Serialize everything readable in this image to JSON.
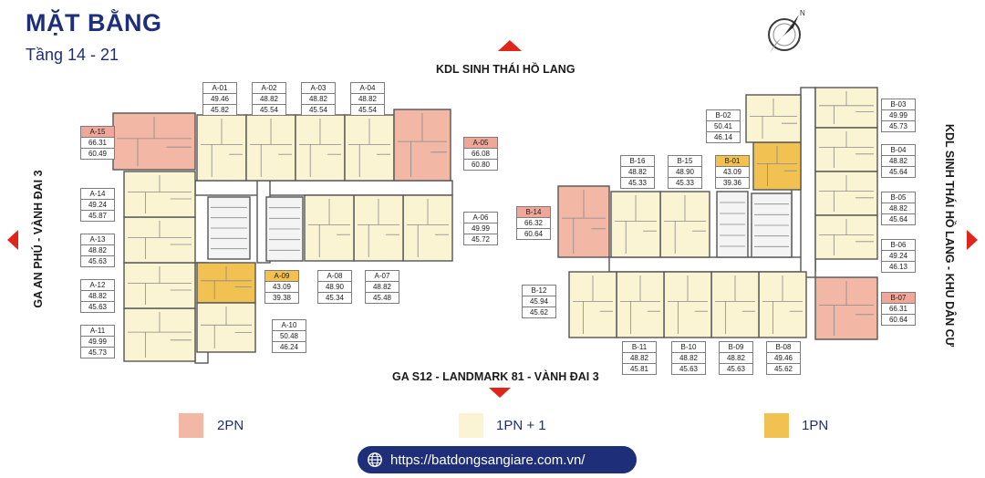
{
  "title": "MẶT BẰNG",
  "subtitle": "Tầng 14 - 21",
  "directions": {
    "top": "KDL SINH THÁI HỒ LANG",
    "bottom": "GA S12 - LANDMARK 81 - VÀNH ĐAI 3",
    "left": "GA AN PHÚ - VÀNH ĐAI 3",
    "right": "KDL SINH THÁI HỒ LANG - KHU DÂN CƯ"
  },
  "colors": {
    "2pn": "#f3b7a6",
    "1pn_plus": "#fbf4d3",
    "1pn": "#f1c152",
    "wall": "#555555",
    "navy": "#1e2e79",
    "accent": "#e0251b"
  },
  "units": [
    {
      "code": "A-01",
      "v1": "49.46",
      "v2": "45.82",
      "type": "1pn_plus"
    },
    {
      "code": "A-02",
      "v1": "48.82",
      "v2": "45.54",
      "type": "1pn_plus"
    },
    {
      "code": "A-03",
      "v1": "48.82",
      "v2": "45.54",
      "type": "1pn_plus"
    },
    {
      "code": "A-04",
      "v1": "48.82",
      "v2": "45.54",
      "type": "1pn_plus"
    },
    {
      "code": "A-05",
      "v1": "66.08",
      "v2": "60.80",
      "type": "2pn"
    },
    {
      "code": "A-06",
      "v1": "49.99",
      "v2": "45.72",
      "type": "1pn_plus"
    },
    {
      "code": "A-07",
      "v1": "48.82",
      "v2": "45.48",
      "type": "1pn_plus"
    },
    {
      "code": "A-08",
      "v1": "48.90",
      "v2": "45.34",
      "type": "1pn_plus"
    },
    {
      "code": "A-09",
      "v1": "43.09",
      "v2": "39.38",
      "type": "1pn"
    },
    {
      "code": "A-10",
      "v1": "50.48",
      "v2": "46.24",
      "type": "1pn_plus"
    },
    {
      "code": "A-11",
      "v1": "49.99",
      "v2": "45.73",
      "type": "1pn_plus"
    },
    {
      "code": "A-12",
      "v1": "48.82",
      "v2": "45.63",
      "type": "1pn_plus"
    },
    {
      "code": "A-13",
      "v1": "48.82",
      "v2": "45.63",
      "type": "1pn_plus"
    },
    {
      "code": "A-14",
      "v1": "49.24",
      "v2": "45.87",
      "type": "1pn_plus"
    },
    {
      "code": "A-15",
      "v1": "66.31",
      "v2": "60.49",
      "type": "2pn"
    },
    {
      "code": "B-01",
      "v1": "43.09",
      "v2": "39.36",
      "type": "1pn"
    },
    {
      "code": "B-02",
      "v1": "50.41",
      "v2": "46.14",
      "type": "1pn_plus"
    },
    {
      "code": "B-03",
      "v1": "49.99",
      "v2": "45.73",
      "type": "1pn_plus"
    },
    {
      "code": "B-04",
      "v1": "48.82",
      "v2": "45.64",
      "type": "1pn_plus"
    },
    {
      "code": "B-05",
      "v1": "48.82",
      "v2": "45.64",
      "type": "1pn_plus"
    },
    {
      "code": "B-06",
      "v1": "49.24",
      "v2": "46.13",
      "type": "1pn_plus"
    },
    {
      "code": "B-07",
      "v1": "66.31",
      "v2": "60.64",
      "type": "2pn"
    },
    {
      "code": "B-08",
      "v1": "49.46",
      "v2": "45.62",
      "type": "1pn_plus"
    },
    {
      "code": "B-09",
      "v1": "48.82",
      "v2": "45.63",
      "type": "1pn_plus"
    },
    {
      "code": "B-10",
      "v1": "48.82",
      "v2": "45.63",
      "type": "1pn_plus"
    },
    {
      "code": "B-11",
      "v1": "48.82",
      "v2": "45.81",
      "type": "1pn_plus"
    },
    {
      "code": "B-12",
      "v1": "45.94",
      "v2": "45.62",
      "type": "1pn_plus"
    },
    {
      "code": "B-14",
      "v1": "66.32",
      "v2": "60.64",
      "type": "2pn"
    },
    {
      "code": "B-15",
      "v1": "48.90",
      "v2": "45.33",
      "type": "1pn_plus"
    },
    {
      "code": "B-16",
      "v1": "48.82",
      "v2": "45.33",
      "type": "1pn_plus"
    }
  ],
  "legend": [
    {
      "label": "2PN",
      "color": "#f3b7a6"
    },
    {
      "label": "1PN + 1",
      "color": "#fbf4d3"
    },
    {
      "label": "1PN",
      "color": "#f1c152"
    }
  ],
  "website": "https://batdongsangiare.com.vn/",
  "icons": {
    "compass": "compass-icon",
    "globe": "globe-icon"
  }
}
